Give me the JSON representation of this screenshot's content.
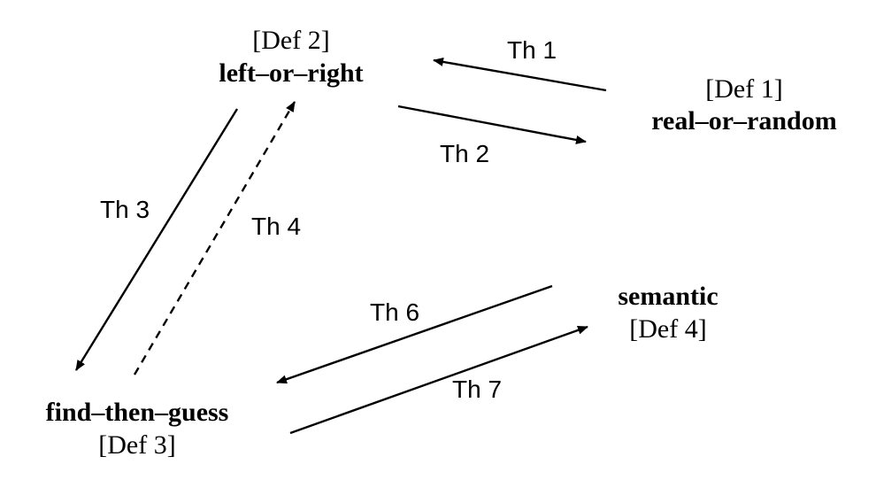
{
  "nodes": {
    "left_or_right": {
      "def": "[Def 2]",
      "name": "left–or–right"
    },
    "real_or_random": {
      "def": "[Def 1]",
      "name": "real–or–random"
    },
    "find_then_guess": {
      "def": "[Def 3]",
      "name": "find–then–guess"
    },
    "semantic": {
      "def": "[Def 4]",
      "name": "semantic"
    }
  },
  "edges": [
    {
      "id": "th1",
      "label": "Th 1",
      "from": "real_or_random",
      "to": "left_or_right",
      "style": "solid"
    },
    {
      "id": "th2",
      "label": "Th 2",
      "from": "left_or_right",
      "to": "real_or_random",
      "style": "solid"
    },
    {
      "id": "th3",
      "label": "Th 3",
      "from": "left_or_right",
      "to": "find_then_guess",
      "style": "solid"
    },
    {
      "id": "th4",
      "label": "Th 4",
      "from": "find_then_guess",
      "to": "left_or_right",
      "style": "dashed"
    },
    {
      "id": "th6",
      "label": "Th 6",
      "from": "semantic",
      "to": "find_then_guess",
      "style": "solid"
    },
    {
      "id": "th7",
      "label": "Th 7",
      "from": "find_then_guess",
      "to": "semantic",
      "style": "solid"
    }
  ]
}
